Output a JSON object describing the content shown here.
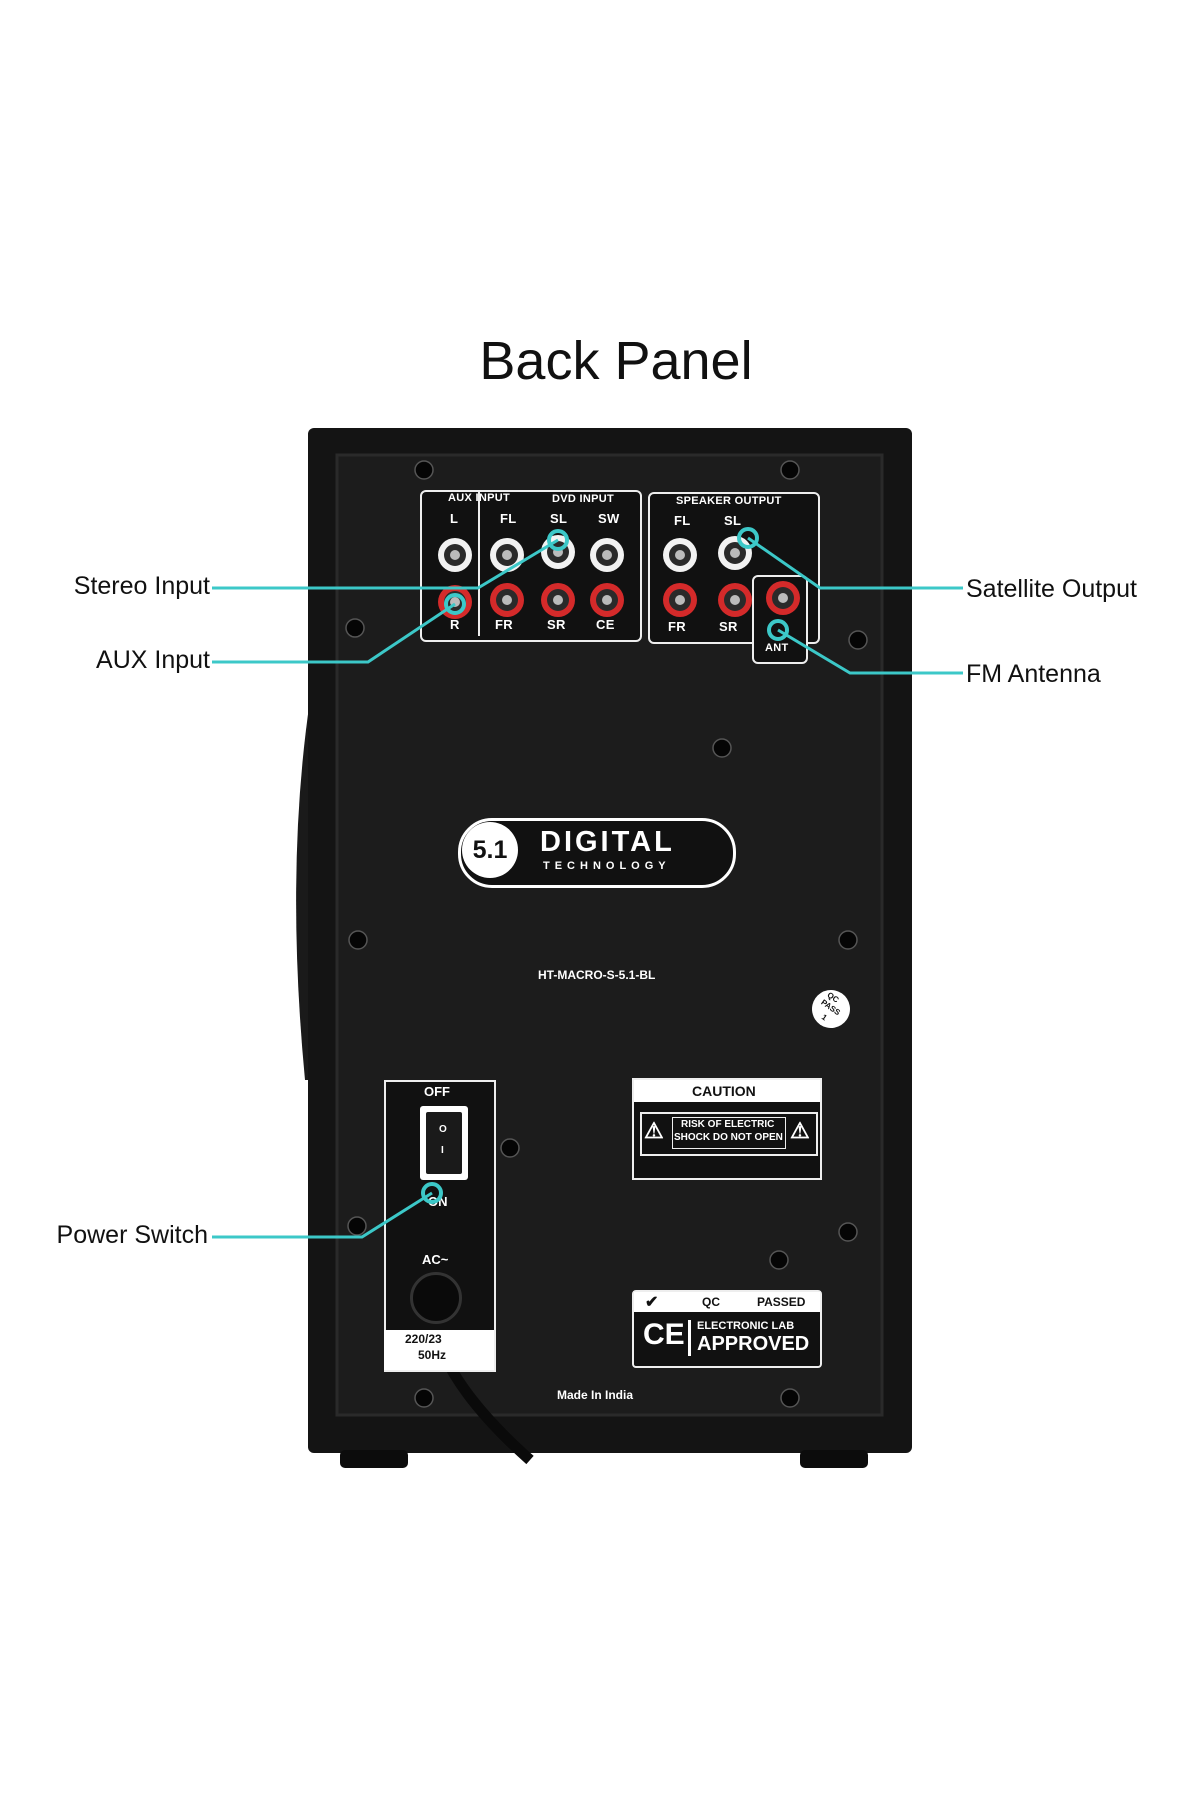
{
  "title": "Back Panel",
  "callouts": {
    "stereo_input": "Stereo Input",
    "aux_input": "AUX Input",
    "power_switch": "Power Switch",
    "satellite_output": "Satellite Output",
    "fm_antenna": "FM Antenna"
  },
  "panel": {
    "aux_input_header": "AUX INPUT",
    "dvd_input_header": "DVD INPUT",
    "speaker_output_header": "SPEAKER OUTPUT",
    "aux_l": "L",
    "aux_r": "R",
    "dvd_top": [
      "FL",
      "SL",
      "SW"
    ],
    "dvd_bottom": [
      "FR",
      "SR",
      "CE"
    ],
    "spk_top": [
      "FL",
      "SL"
    ],
    "spk_bottom": [
      "FR",
      "SR"
    ],
    "ant": "ANT",
    "logo_num": "5.1",
    "logo_word": "DIGITAL",
    "logo_sub": "TECHNOLOGY",
    "model": "HT-MACRO-S-5.1-BL",
    "qc_badge": [
      "QC",
      "PASS",
      "1"
    ],
    "power_off": "OFF",
    "power_on": "ON",
    "switch_o": "O",
    "switch_i": "I",
    "ac": "AC~",
    "voltage": "220/23",
    "hz": "50Hz",
    "caution": "CAUTION",
    "caution_line1": "RISK OF ELECTRIC",
    "caution_line2": "SHOCK DO NOT OPEN",
    "qc_check": "✔",
    "qc": "QC",
    "passed": "PASSED",
    "ce": "CE",
    "lab1": "ELECTRONIC LAB",
    "lab2": "APPROVED",
    "made_in": "Made In India"
  },
  "colors": {
    "leader": "#3cc8c8",
    "panel_black": "#111111",
    "jack_red": "#d42a2a",
    "jack_white": "#f2f2f2"
  }
}
